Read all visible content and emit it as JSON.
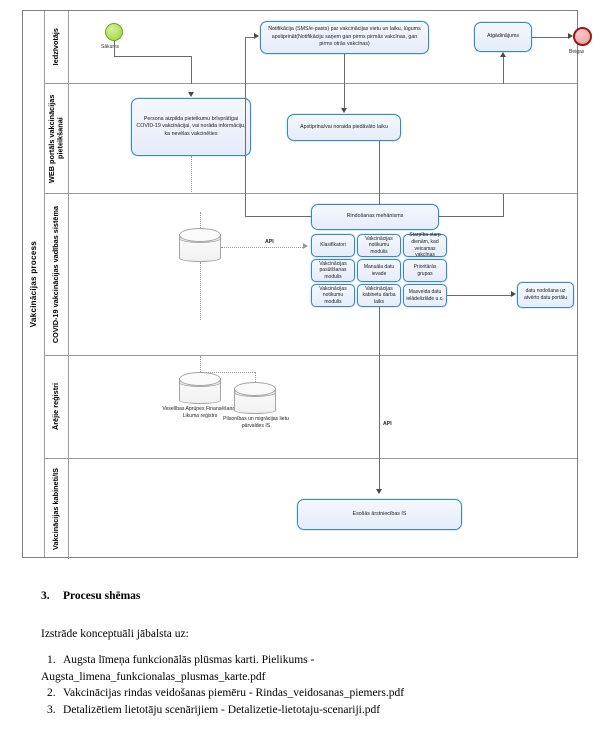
{
  "diagram": {
    "pool_label": "Vakcinācijas process",
    "lanes": [
      {
        "id": "iedzivotajs",
        "label": "Iedzīvotājs"
      },
      {
        "id": "web-portals",
        "label": "WEB portāls vakcinācijas pieteikšanai"
      },
      {
        "id": "covid-sistema",
        "label": "COVID-19 vakcinācijas vadības sistēma"
      },
      {
        "id": "areji-registri",
        "label": "Ārējie reģistri"
      },
      {
        "id": "vakcinacijas-kabineti",
        "label": "Vakcinācijas kabineti/IS"
      }
    ],
    "events": [
      {
        "id": "start",
        "label": "Sākums",
        "type": "start",
        "color": "#a9dc52"
      },
      {
        "id": "end",
        "label": "Beigas",
        "type": "end",
        "color": "#e89a9a"
      }
    ],
    "tasks": [
      {
        "id": "notifikacija",
        "label": "Notifikācija (SMS/e-pasts) par vakcinācijas vietu un laiku, lūgums apstiprināt(Notifikāciju saņem gan pirms pirmās vakcīnas, gan pirms otrās vakcīnas)"
      },
      {
        "id": "atgadinajums",
        "label": "Atgādinājums"
      },
      {
        "id": "pieteikums",
        "label": "Persona aizpilda pieteikumu brīvprātīgai COVID-19 vakcinācijai, vai norāda informāciju, ka nevēlas vakcinēties"
      },
      {
        "id": "apstiprina",
        "label": "Apstiprina/vai noraida piedāvāto laiku"
      },
      {
        "id": "rindosana",
        "label": "Rindošanas mehānisms"
      },
      {
        "id": "klasifikatori",
        "label": "Klasifikatori"
      },
      {
        "id": "vakc-notikumu-modulis-1",
        "label": "Vakcinācijas notikumu modulis"
      },
      {
        "id": "starpiba-starp-dienam",
        "label": "Starpība starp dienām, kad veicamas vakcīnas"
      },
      {
        "id": "pasutisanas-modulis",
        "label": "Vakcinācijas pasūtīšanas modulis"
      },
      {
        "id": "manuala-ievade",
        "label": "Manuāla datu ievade"
      },
      {
        "id": "prioritaras-grupas",
        "label": "Prioritārās grupas"
      },
      {
        "id": "vakc-notikumu-modulis-2",
        "label": "Vakcinācijas notikumu modulis"
      },
      {
        "id": "kabineti-darba-laiks",
        "label": "Vakcinācijas kabinetu darba laiks"
      },
      {
        "id": "masveida-dati",
        "label": "Masveida datu ielāde/izlāde u.c."
      },
      {
        "id": "datu-nodosana",
        "label": "datu nodošana uz atvērto datu portālu"
      },
      {
        "id": "esosas-is",
        "label": "Esošās ārstniecības IS"
      }
    ],
    "datastores": [
      {
        "id": "central-db",
        "label": ""
      },
      {
        "id": "vafl-registrs",
        "label": "Veselības Aprūpes Finansēšanas Likuma reģistrs"
      },
      {
        "id": "pmlp-is",
        "label": "Pilsonības un migrācijas lietu pārvaldes IS"
      }
    ],
    "connector_labels": [
      {
        "id": "api-left",
        "label": "API"
      },
      {
        "id": "api-bottom",
        "label": "API"
      }
    ]
  },
  "document": {
    "heading_number": "3.",
    "heading_text": "Procesu shēmas",
    "intro": "Izstrāde konceptuāli jābalsta uz:",
    "items": [
      {
        "n": "1.",
        "text": "Augsta līmeņa funkcionālās plūsmas karti. Pielikums -",
        "cont": "Augsta_limena_funkcionalas_plusmas_karte.pdf"
      },
      {
        "n": "2.",
        "text": "Vakcinācijas rindas veidošanas piemēru - Rindas_veidosanas_piemers.pdf",
        "cont": ""
      },
      {
        "n": "3.",
        "text": "Detalizētiem lietotāju scenārijiem - Detalizetie-lietotaju-scenariji.pdf",
        "cont": ""
      }
    ]
  }
}
